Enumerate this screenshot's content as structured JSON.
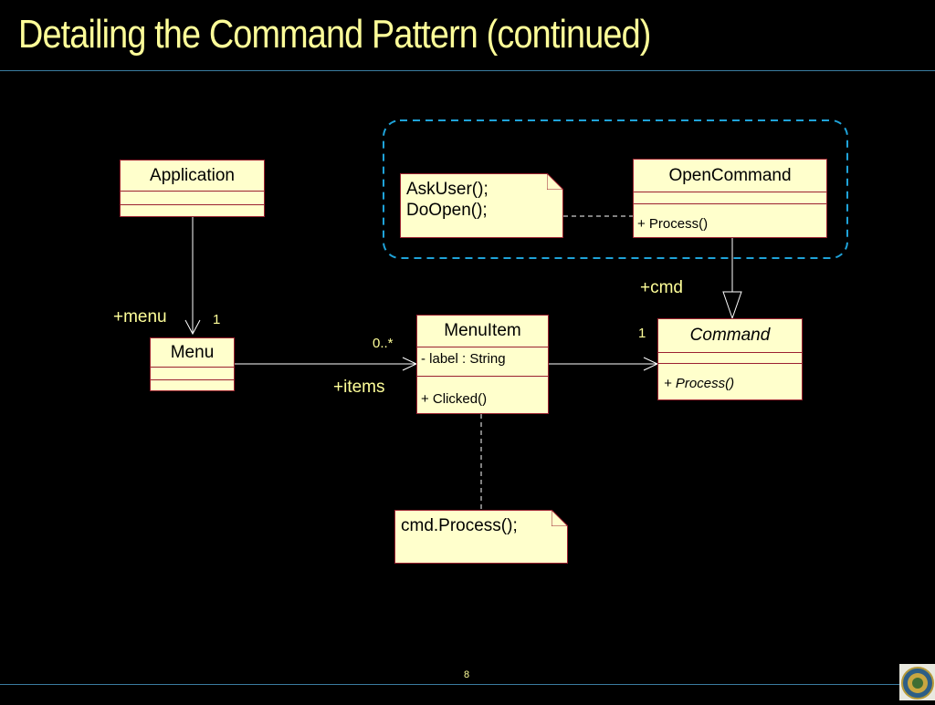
{
  "slide": {
    "title": "Detailing the Command Pattern (continued)",
    "page_number": "8"
  },
  "classes": {
    "application": {
      "name": "Application"
    },
    "menu": {
      "name": "Menu"
    },
    "menuitem": {
      "name": "MenuItem",
      "attribute": "- label : String",
      "operation": "+ Clicked()"
    },
    "command": {
      "name": "Command",
      "operation": "+ Process()",
      "abstract": true
    },
    "opencommand": {
      "name": "OpenCommand",
      "operation": "+ Process()"
    }
  },
  "notes": {
    "opencommand_note": [
      "AskUser();",
      "DoOpen();"
    ],
    "menuitem_note": "cmd.Process();"
  },
  "labels": {
    "menu_role": "+menu",
    "menu_mult": "1",
    "items_role": "+items",
    "items_mult": "0..*",
    "cmd_role": "+cmd",
    "cmd_mult": "1"
  },
  "colors": {
    "title": "#ffff99",
    "class_fill": "#ffffcc",
    "class_border": "#9b2130",
    "highlight_dash": "#1fa3d9"
  }
}
